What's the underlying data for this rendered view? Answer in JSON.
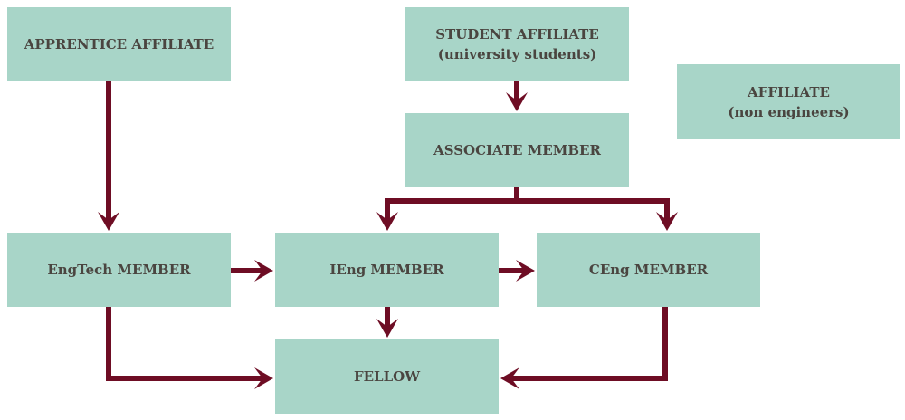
{
  "colors": {
    "box_fill": "#a8d5c8",
    "text": "#4a4540",
    "arrow": "#6e0d24",
    "background": "#ffffff"
  },
  "nodes": {
    "apprentice_affiliate": {
      "line1": "APPRENTICE AFFILIATE"
    },
    "student_affiliate": {
      "line1": "STUDENT AFFILIATE",
      "line2": "(university students)"
    },
    "affiliate": {
      "line1": "AFFILIATE",
      "line2": "(non engineers)"
    },
    "associate_member": {
      "line1": "ASSOCIATE MEMBER"
    },
    "engtech_member": {
      "line1": "EngTech MEMBER"
    },
    "ieng_member": {
      "line1": "IEng MEMBER"
    },
    "ceng_member": {
      "line1": "CEng MEMBER"
    },
    "fellow": {
      "line1": "FELLOW"
    }
  },
  "edges": [
    {
      "from": "apprentice_affiliate",
      "to": "engtech_member"
    },
    {
      "from": "student_affiliate",
      "to": "associate_member"
    },
    {
      "from": "associate_member",
      "to": "ieng_member"
    },
    {
      "from": "associate_member",
      "to": "ceng_member"
    },
    {
      "from": "engtech_member",
      "to": "ieng_member"
    },
    {
      "from": "ieng_member",
      "to": "ceng_member"
    },
    {
      "from": "engtech_member",
      "to": "fellow"
    },
    {
      "from": "ieng_member",
      "to": "fellow"
    },
    {
      "from": "ceng_member",
      "to": "fellow"
    }
  ]
}
